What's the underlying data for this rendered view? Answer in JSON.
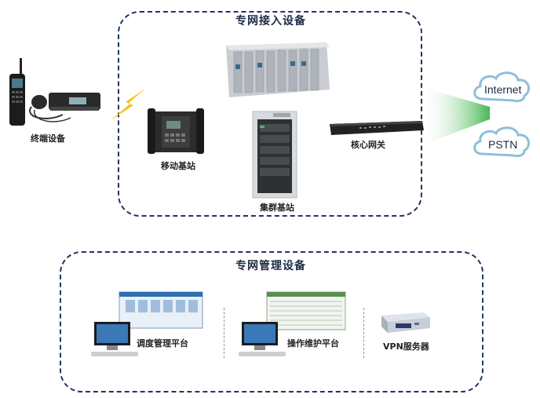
{
  "top_group": {
    "title": "专网接入设备",
    "devices": {
      "mobile_base": "移动基站",
      "cluster_base": "集群基站",
      "core_gateway": "核心网关"
    }
  },
  "terminal": {
    "label": "终端设备"
  },
  "networks": {
    "internet": "Internet",
    "pstn": "PSTN"
  },
  "bottom_group": {
    "title": "专网管理设备",
    "items": {
      "dispatch": "调度管理平台",
      "ops": "操作维护平台",
      "vpn": "VPN服务器"
    }
  }
}
